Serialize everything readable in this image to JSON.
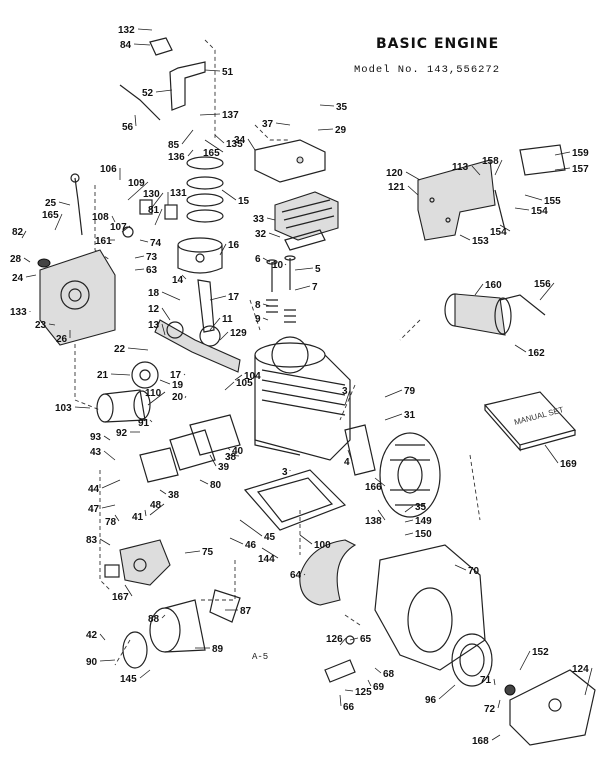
{
  "header": {
    "title": "BASIC ENGINE",
    "model": "Model No. 143,556272",
    "page_code": "A-5"
  },
  "manual_box_label": "MANUAL SET",
  "part_labels": [
    "132",
    "84",
    "51",
    "52",
    "137",
    "56",
    "85",
    "165",
    "136",
    "135",
    "35",
    "37",
    "29",
    "34",
    "106",
    "109",
    "130",
    "131",
    "15",
    "25",
    "108",
    "81",
    "165",
    "82",
    "107",
    "74",
    "16",
    "161",
    "28",
    "73",
    "63",
    "24",
    "14",
    "33",
    "32",
    "6",
    "10",
    "5",
    "7",
    "18",
    "17",
    "133",
    "23",
    "26",
    "12",
    "11",
    "129",
    "8",
    "9",
    "22",
    "13",
    "21",
    "19",
    "20",
    "17",
    "105",
    "104",
    "103",
    "110",
    "91",
    "92",
    "3",
    "79",
    "31",
    "4",
    "93",
    "43",
    "39",
    "40",
    "38",
    "44",
    "47",
    "80",
    "38",
    "78",
    "48",
    "41",
    "45",
    "46",
    "144",
    "100",
    "166",
    "138",
    "35",
    "149",
    "150",
    "169",
    "83",
    "75",
    "167",
    "64",
    "70",
    "88",
    "87",
    "42",
    "89",
    "90",
    "145",
    "126",
    "65",
    "68",
    "69",
    "125",
    "66",
    "96",
    "71",
    "72",
    "152",
    "124",
    "168",
    "120",
    "121",
    "113",
    "158",
    "159",
    "157",
    "155",
    "154",
    "153",
    "154",
    "156",
    "160",
    "162",
    "3"
  ]
}
